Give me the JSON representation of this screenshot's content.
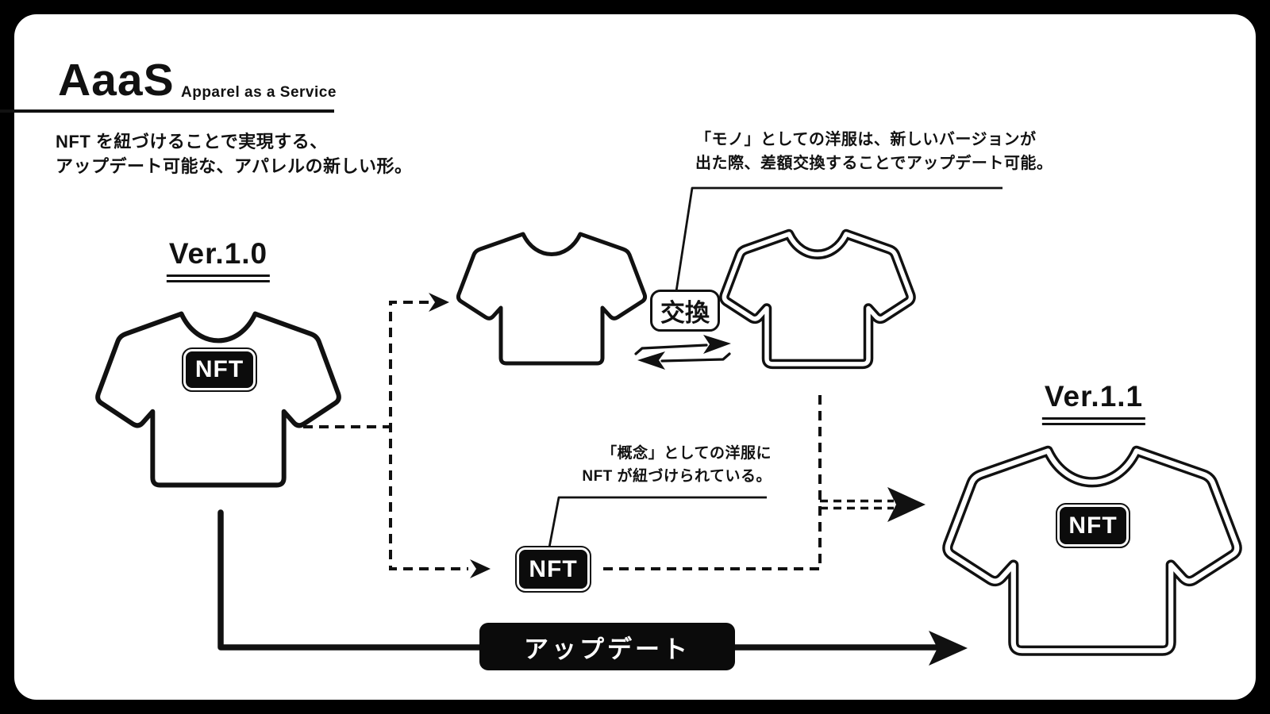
{
  "page": {
    "background": "#000000",
    "panel": "#ffffff",
    "ink": "#111111"
  },
  "header": {
    "title": "AaaS",
    "subtitle": "Apparel as a Service",
    "tagline_line1": "NFT を紐づけることで実現する、",
    "tagline_line2": "アップデート可能な、アパレルの新しい形。"
  },
  "notes": {
    "mono_line1": "「モノ」としての洋服は、新しいバージョンが",
    "mono_line2": "出た際、差額交換することでアップデート可能。",
    "concept_line1": "「概念」としての洋服に",
    "concept_line2": "NFT が紐づけられている。"
  },
  "versions": {
    "old": {
      "label": "Ver.1.0",
      "badge": "NFT"
    },
    "new": {
      "label": "Ver.1.1",
      "badge": "NFT"
    }
  },
  "labels": {
    "exchange": "交換",
    "nft": "NFT",
    "update": "アップデート"
  }
}
